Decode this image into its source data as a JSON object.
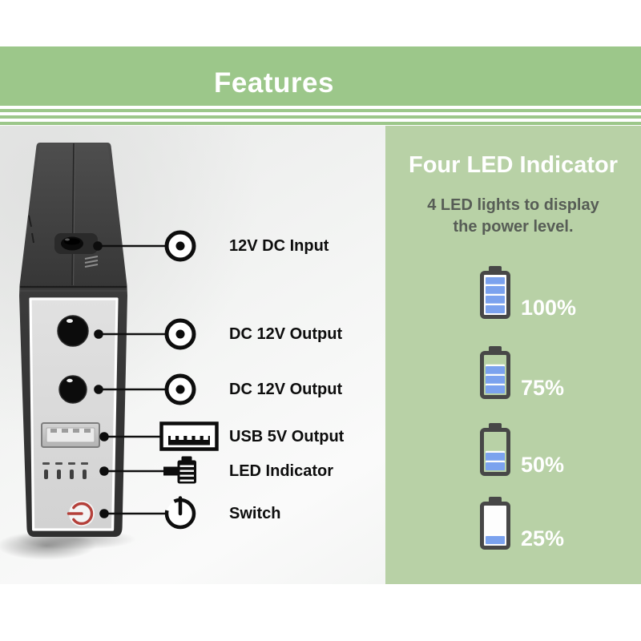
{
  "banner": {
    "title": "Features"
  },
  "photo": {
    "callouts": [
      {
        "label": "12V DC Input",
        "icon": "dc-jack"
      },
      {
        "label": "DC 12V Output",
        "icon": "dc-jack"
      },
      {
        "label": "DC 12V Output",
        "icon": "dc-jack"
      },
      {
        "label": "USB 5V Output",
        "icon": "usb-port"
      },
      {
        "label": "LED Indicator",
        "icon": "battery"
      },
      {
        "label": "Switch",
        "icon": "power"
      }
    ]
  },
  "panel": {
    "heading": "Four LED Indicator",
    "description_line1": "4 LED lights to display",
    "description_line2": "the power level.",
    "batteries": [
      {
        "label": "100%",
        "bars": 4,
        "interior": "white"
      },
      {
        "label": "75%",
        "bars": 3,
        "interior": "transparent"
      },
      {
        "label": "50%",
        "bars": 2,
        "interior": "transparent"
      },
      {
        "label": "25%",
        "bars": 1,
        "interior": "white"
      }
    ]
  },
  "colors": {
    "banner_green": "#9cc78a",
    "panel_green": "#b8d1a6",
    "battery_blue": "#7ba2ee",
    "battery_frame": "#474747",
    "switch_red": "#b4403a",
    "label_black": "#0d0d0d",
    "description_gray": "#575d56"
  }
}
